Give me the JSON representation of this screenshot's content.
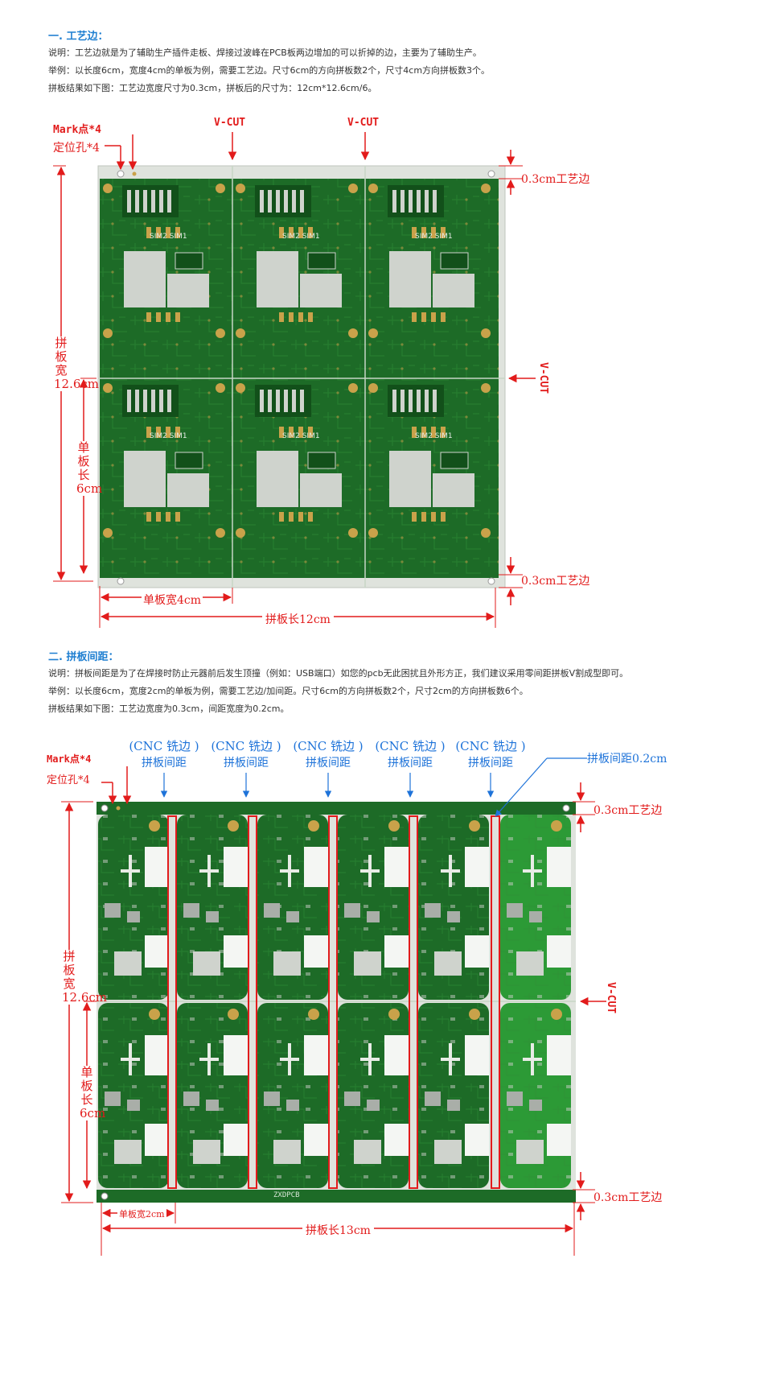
{
  "section1": {
    "title": "一. 工艺边：",
    "lines": [
      "说明：工艺边就是为了辅助生产插件走板、焊接过波峰在PCB板两边增加的可以折掉的边，主要为了辅助生产。",
      "举例：以长度6cm，宽度4cm的单板为例，需要工艺边。尺寸6cm的方向拼板数2个，尺寸4cm方向拼板数3个。",
      "拼板结果如下图：工艺边宽度尺寸为0.3cm，拼板后的尺寸为：12cm*12.6cm/6。"
    ],
    "figure": {
      "mark_label": "Mark点*4",
      "hole_label": "定位孔*4",
      "vcut_top_1": "V-CUT",
      "vcut_top_2": "V-CUT",
      "vcut_right": "V-CUT",
      "edge_top": "0.3cm工艺边",
      "edge_bottom": "0.3cm工艺边",
      "panel_width": "拼板宽12.6cm",
      "single_length": "单板长6cm",
      "single_width": "单板宽4cm",
      "panel_length": "拼板长12cm",
      "silk_sim": "SIM2  SIM1"
    }
  },
  "section2": {
    "title": "二. 拼板间距：",
    "lines": [
      "说明：拼板间距是为了在焊接时防止元器前后发生顶撞（例如：USB端口）如您的pcb无此困扰且外形方正，我们建议采用零间距拼板V割成型即可。",
      "举例：以长度6cm，宽度2cm的单板为例，需要工艺边/加间距。尺寸6cm的方向拼板数2个，尺寸2cm的方向拼板数6个。",
      "拼板结果如下图：工艺边宽度为0.3cm，间距宽度为0.2cm。"
    ],
    "figure": {
      "mark_label": "Mark点*4",
      "hole_label": "定位孔*4",
      "cnc_labels": [
        {
          "line1": "(CNC 铣边 )",
          "line2": "拼板间距"
        },
        {
          "line1": "(CNC 铣边 )",
          "line2": "拼板间距"
        },
        {
          "line1": "(CNC 铣边 )",
          "line2": "拼板间距"
        },
        {
          "line1": "(CNC 铣边 )",
          "line2": "拼板间距"
        },
        {
          "line1": "(CNC 铣边 )",
          "line2": "拼板间距"
        }
      ],
      "gap_label": "拼板间距0.2cm",
      "edge_top": "0.3cm工艺边",
      "edge_bottom": "0.3cm工艺边",
      "vcut_right": "V-CUT",
      "panel_width": "拼板宽12.6cm",
      "single_length": "单板长6cm",
      "single_width": "单板宽2cm",
      "panel_length": "拼板长13cm",
      "bottom_silk": "ZXDPCB"
    }
  },
  "colors": {
    "pcb_green": "#1d6b27",
    "pcb_dark": "#12501a",
    "annotation_red": "#e21b1b",
    "annotation_blue": "#1e73d9",
    "title_blue": "#1f7fd1"
  }
}
